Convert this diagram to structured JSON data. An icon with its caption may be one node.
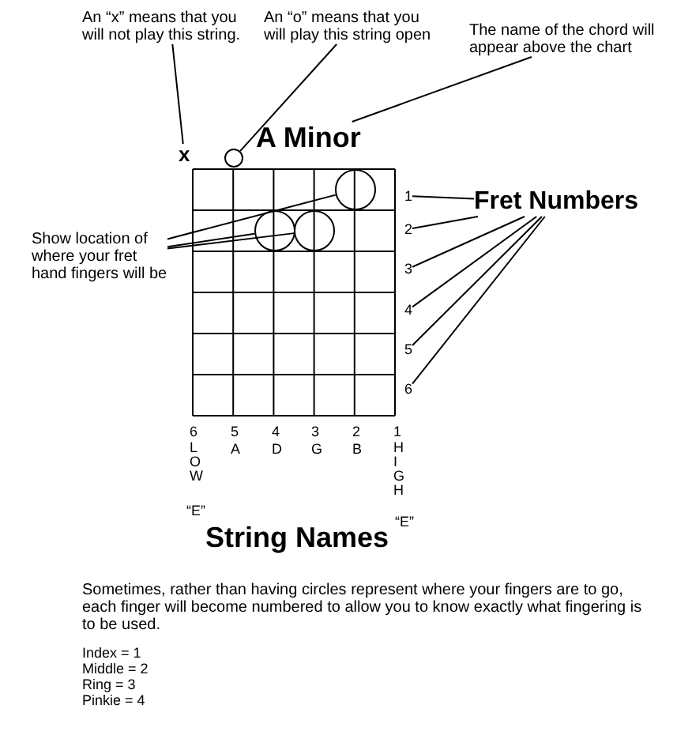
{
  "diagram": {
    "nodes": [
      {
        "text": [
          "An “x” means that you will not play this string."
        ]
      },
      {
        "text": [
          "An “o” means that you will play this string open"
        ]
      },
      {
        "text": [
          "The name of the chord will appear above the chart"
        ]
      },
      {
        "text": [
          "x"
        ]
      },
      {
        "text": [],
        "shape": "circle"
      },
      {
        "text": [
          "A Minor"
        ]
      },
      {
        "text": [
          "Show location of where your fret hand fingers will be"
        ]
      },
      {
        "text": [],
        "shape": "circle"
      },
      {
        "text": [],
        "shape": "circle"
      },
      {
        "text": [],
        "shape": "circle"
      },
      {
        "text": [
          "Fret Numbers"
        ]
      },
      {
        "text": [
          "1"
        ]
      },
      {
        "text": [
          "2"
        ]
      },
      {
        "text": [
          "3"
        ]
      },
      {
        "text": [
          "4"
        ]
      },
      {
        "text": [
          "5"
        ]
      },
      {
        "text": [
          "6"
        ]
      }
    ],
    "edges": [
      {
        "from": 0,
        "to": 3,
        "arrow": "none"
      },
      {
        "from": 1,
        "to": 4,
        "arrow": "none"
      },
      {
        "from": 2,
        "to": 5,
        "arrow": "none"
      },
      {
        "from": 6,
        "to": 7,
        "arrow": "none"
      },
      {
        "from": 6,
        "to": 8,
        "arrow": "none"
      },
      {
        "from": 6,
        "to": 9,
        "arrow": "none"
      },
      {
        "from": 10,
        "to": 11,
        "arrow": "none"
      },
      {
        "from": 10,
        "to": 12,
        "arrow": "none"
      },
      {
        "from": 10,
        "to": 13,
        "arrow": "none"
      },
      {
        "from": 10,
        "to": 14,
        "arrow": "none"
      },
      {
        "from": 10,
        "to": 15,
        "arrow": "none"
      },
      {
        "from": 10,
        "to": 16,
        "arrow": "none"
      }
    ],
    "labels": [
      "6",
      "5",
      "4",
      "3",
      "2",
      "1",
      "LOW",
      "A",
      "D",
      "G",
      "B",
      "HIGH",
      "“E”",
      "“E”",
      "String Names",
      "Sometimes, rather than having circles represent where your fingers are to go, each finger will become numbered to allow you to know exactly what fingering is to be used.",
      "Index = 1",
      "Middle = 2",
      "Ring = 3",
      "Pinkie = 4"
    ]
  }
}
